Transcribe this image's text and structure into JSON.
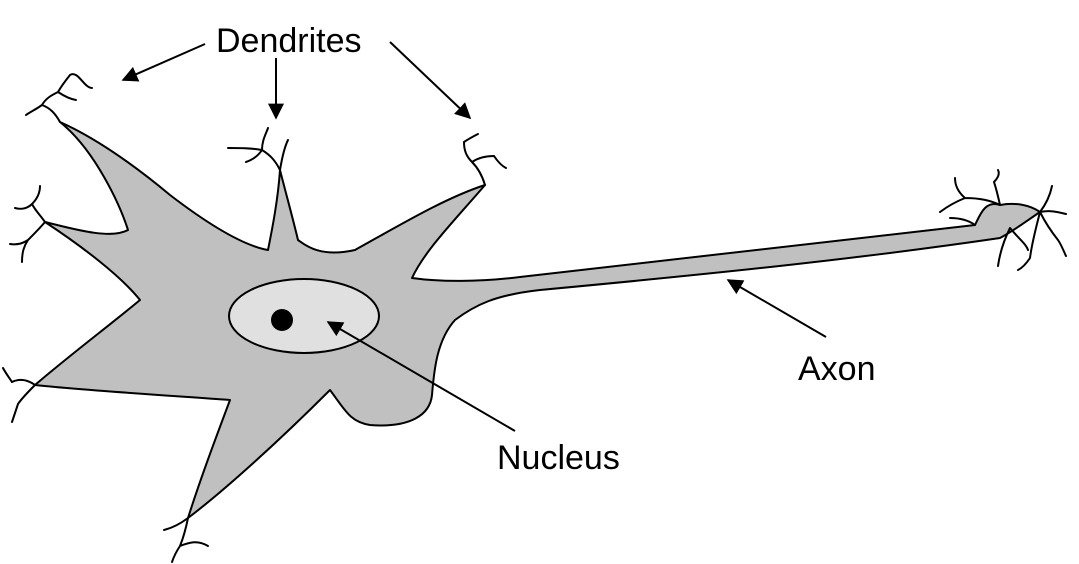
{
  "labels": {
    "dendrites": "Dendrites",
    "axon": "Axon",
    "nucleus": "Nucleus"
  },
  "colors": {
    "cell_body": "#c0c0c0",
    "nucleus": "#e0e0e0",
    "outline": "#000000",
    "background": "#ffffff"
  }
}
